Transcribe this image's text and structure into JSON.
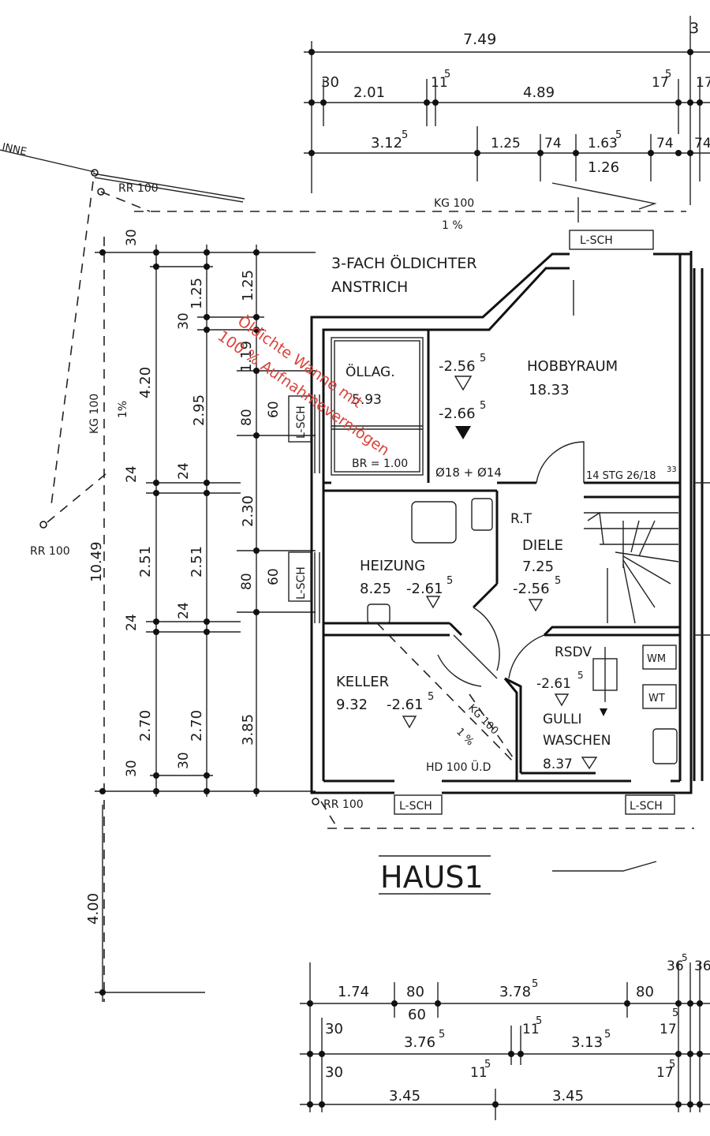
{
  "title": "HAUS1",
  "top_dimensions": {
    "overall": "7.49",
    "edge": "3",
    "row2": [
      "30",
      "2.01",
      "11",
      "5",
      "4.89",
      "17",
      "5",
      "17"
    ],
    "row3": [
      "3.12",
      "5",
      "1.25",
      "74",
      "1.63",
      "5",
      "74",
      "74",
      "1.26"
    ]
  },
  "left_dimensions": {
    "col1": [
      "30",
      "4.20",
      "24",
      "2.51",
      "24",
      "2.70",
      "30"
    ],
    "col2": [
      "1.25",
      "30",
      "2.95",
      "24",
      "2.51",
      "24",
      "2.70",
      "30"
    ],
    "col3": [
      "1.25",
      "1.19",
      "80",
      "2.30",
      "80",
      "3.85"
    ],
    "col4": [
      "60",
      "60"
    ],
    "overall": "10.49",
    "lower": "4.00"
  },
  "bottom_dimensions": {
    "row1": [
      "1.74",
      "80",
      "3.78",
      "5",
      "80",
      "36",
      "5",
      "36"
    ],
    "row1_sub": "60",
    "row2": [
      "30",
      "3.76",
      "5",
      "11",
      "5",
      "3.13",
      "5",
      "17",
      "5"
    ],
    "row3": [
      "30",
      "11",
      "5",
      "17",
      "5"
    ],
    "row4": [
      "3.45",
      "3.45"
    ]
  },
  "drainage": {
    "rinne": "INNE",
    "rr_labels": [
      "RR 100",
      "RR 100",
      "RR 100"
    ],
    "kg_top": "KG 100",
    "slope_top": "1 %",
    "kg_left": "KG 100",
    "slope_left": "1%",
    "kg_diag": "KG 100",
    "slope_diag": "1 %",
    "hd": "HD 100 Ü.D"
  },
  "notes": {
    "coating_line1": "3-FACH ÖLDICHTER",
    "coating_line2": "ANSTRICH",
    "light_shafts": [
      "L-SCH",
      "L-SCH",
      "L-SCH",
      "L-SCH",
      "L-SCH"
    ]
  },
  "rooms": {
    "ollager": {
      "name": "ÖLLAG.",
      "area": "5.93",
      "window": "BR = 1.00"
    },
    "hobbyraum": {
      "name": "HOBBYRAUM",
      "area": "18.33",
      "level1": "-2.56",
      "level1_sup": "5",
      "level2": "-2.66",
      "level2_sup": "5",
      "pipes": "Ø18 + Ø14",
      "stairs": "14 STG 26/18",
      "stairs_sup": "33"
    },
    "heizung": {
      "name": "HEIZUNG",
      "area": "8.25",
      "level": "-2.61",
      "level_sup": "5",
      "rt": "R.T"
    },
    "diele": {
      "name": "DIELE",
      "area": "7.25",
      "level": "-2.56",
      "level_sup": "5"
    },
    "keller": {
      "name": "KELLER",
      "area": "9.32",
      "level": "-2.61",
      "level_sup": "5"
    },
    "waschen": {
      "name": "WASCHEN",
      "area": "8.37",
      "gulli": "GULLI",
      "rsdv": "RSDV",
      "level": "-2.61",
      "level_sup": "5",
      "wm": "WM",
      "wt": "WT"
    }
  },
  "stamp": {
    "line1": "Öldichte Wanne mit",
    "line2": "100 % Aufnahmevermögen"
  }
}
